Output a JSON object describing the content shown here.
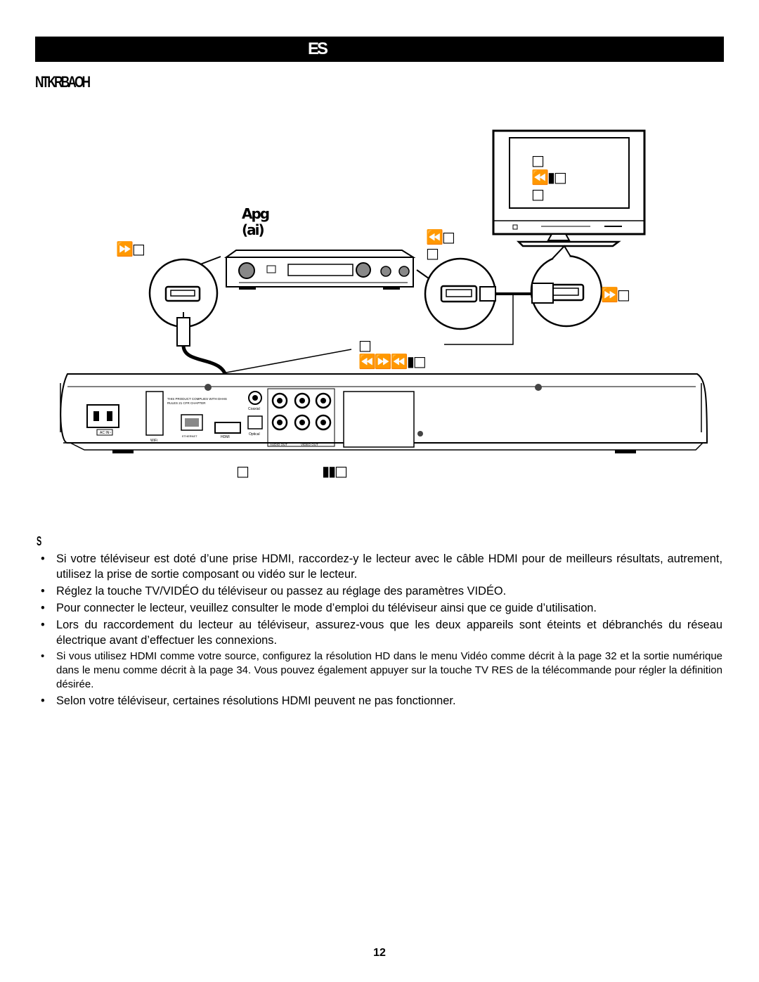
{
  "header": {
    "title": "ES"
  },
  "section": {
    "title": "NTKRBAOH"
  },
  "diagram": {
    "amp_label_line1": "Apg",
    "amp_label_line2": "(ai)",
    "hdmi_left_label": "⏩□",
    "cable_label_right": "⏪□",
    "cable_label_right2": "□",
    "tv_label_right": "⏩□",
    "tv_screen_line1": "□",
    "tv_screen_line2": "⏪▮□",
    "tv_screen_line3": "□",
    "hdmi_cable_label1": "□",
    "hdmi_cable_label2": "⏪⏩⏪▮□",
    "player_label_left": "□",
    "player_label_right": "▮▮□",
    "player_panel": {
      "compliance": "THIS PRODUCT COMPLIES WITH DHHS RULES 21 CFR CHAPTER",
      "ac_in": "AC IN~",
      "wifi": "WiFi",
      "ethernet": "ETHERNET",
      "hdmi": "HDMI",
      "optical": "Optical",
      "coaxial": "Coaxial",
      "audio_out": "AUDIO OUT",
      "video_out": "VIDEO OUT"
    }
  },
  "notes": {
    "heading": "S",
    "items": [
      "Si votre téléviseur est doté d’une prise HDMI, raccordez-y le lecteur avec le câble HDMI pour de meilleurs résultats, autrement, utilisez la prise de sortie composant ou vidéo sur le lecteur.",
      "Réglez la touche TV/VIDÉO du téléviseur ou passez au réglage des paramètres VIDÉO.",
      "Pour connecter le lecteur, veuillez consulter le mode d’emploi du téléviseur ainsi que ce guide d’utilisation.",
      "Lors du raccordement du lecteur au téléviseur, assurez-vous que les deux appareils sont éteints et débranchés du réseau électrique avant d’effectuer les connexions.",
      "Si vous utilisez HDMI comme votre source, configurez la résolution HD dans le menu Vidéo comme décrit à la page 32 et la sortie numérique dans le menu comme décrit à la page 34. Vous pouvez également appuyer sur la touche TV RES de la télécommande pour régler la définition désirée.",
      "Selon votre téléviseur, certaines résolutions HDMI peuvent ne pas fonctionner."
    ]
  },
  "page": {
    "number": "12"
  }
}
